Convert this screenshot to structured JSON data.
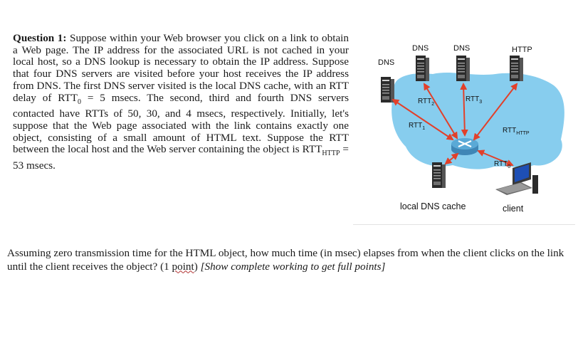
{
  "question": {
    "heading": "Question 1:",
    "part1": " Suppose within your Web browser you click on a link to obtain a Web page. The IP address for the associated URL is not cached in your local host, so a DNS lookup is necessary to obtain the IP address. Suppose that four DNS servers are visited before your host receives the IP address from DNS. The first DNS server visited is the local DNS cache, with an RTT delay of RTT",
    "sub0": "0",
    "part2": " = 5 msecs. The second, third and fourth DNS servers contacted have RTTs of 50, 30, and 4 msecs, respectively. Initially, let's suppose that the Web page associated with the link contains exactly one object, consisting of a small amount of HTML text. Suppose the RTT between the local host and the Web server containing the object is RTT",
    "sub_http": "HTTP",
    "part3": " = 53 msecs."
  },
  "diagram": {
    "dns_left": "DNS",
    "dns_mid1": "DNS",
    "dns_mid2": "DNS",
    "http_label": "HTTP",
    "rtt1": "RTT",
    "rtt1_sub": "1",
    "rtt2": "RTT",
    "rtt2_sub": "2",
    "rtt3": "RTT",
    "rtt3_sub": "3",
    "rtt0": "RTT",
    "rtt0_sub": "0",
    "rtt_http": "RTT",
    "rtt_http_sub": "HTTP",
    "local_cache_label": "local DNS cache",
    "client_label": "client",
    "colors": {
      "cloud": "#87cdee",
      "arrow": "#e2402a",
      "server_body": "#2b2b2b",
      "router": "#5aa9d6",
      "monitor_screen": "#1e4fb5"
    }
  },
  "followup": {
    "text1": "Assuming zero transmission time for the HTML object, how much time (in msec) elapses from when the client clicks on the link until the client receives the object? (1 ",
    "point_word": "point",
    "text2": ") ",
    "instruction": "[Show complete working to get full points]"
  }
}
